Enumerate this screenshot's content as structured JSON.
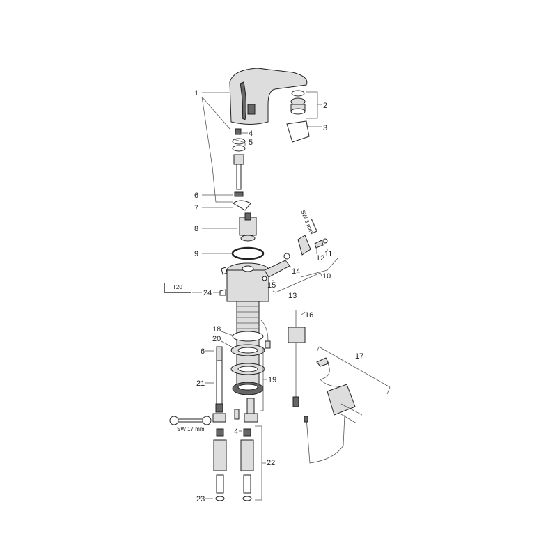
{
  "diagram": {
    "callouts": {
      "p1": "1",
      "p2": "2",
      "p3": "3",
      "p4": "4",
      "p4b": "4",
      "p5": "5",
      "p6": "6",
      "p6b": "6",
      "p7": "7",
      "p8": "8",
      "p9": "9",
      "p10": "10",
      "p11": "11",
      "p12": "12",
      "p13": "13",
      "p14": "14",
      "p15": "15",
      "p16": "16",
      "p17": "17",
      "p18": "18",
      "p19": "19",
      "p20": "20",
      "p21": "21",
      "p22": "22",
      "p23": "23",
      "p24": "24"
    },
    "tools": {
      "torx": "T20",
      "hex_key": "SW 3 mm",
      "wrench": "SW 17 mm"
    }
  }
}
